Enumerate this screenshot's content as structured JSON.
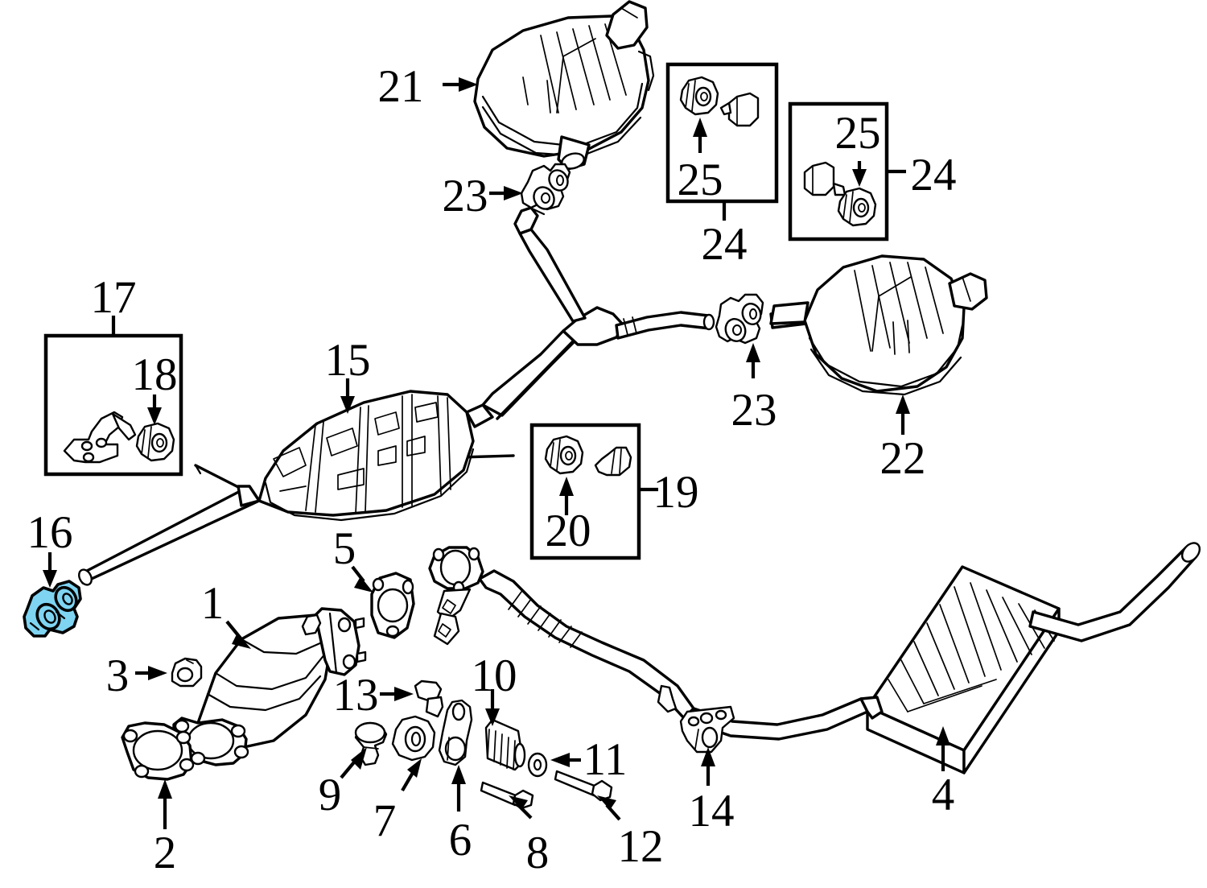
{
  "diagram": {
    "title": "Exhaust System Parts Diagram",
    "type": "automotive-exploded-parts-view",
    "background_color": "#ffffff",
    "line_color": "#000000",
    "highlight_color": "#7fd4f2",
    "highlighted_part_number": "16"
  },
  "callouts": {
    "n1": "1",
    "n2": "2",
    "n3": "3",
    "n4": "4",
    "n5": "5",
    "n6": "6",
    "n7": "7",
    "n8": "8",
    "n9": "9",
    "n10": "10",
    "n11": "11",
    "n12": "12",
    "n13": "13",
    "n14": "14",
    "n15": "15",
    "n16": "16",
    "n17": "17",
    "n18": "18",
    "n19": "19",
    "n20": "20",
    "n21": "21",
    "n22": "22",
    "n23a": "23",
    "n23b": "23",
    "n24a": "24",
    "n24b": "24",
    "n25a": "25",
    "n25b": "25"
  },
  "parts": [
    {
      "number": "1",
      "name": "catalytic-converter"
    },
    {
      "number": "2",
      "name": "exhaust-flange-gasket"
    },
    {
      "number": "3",
      "name": "flange-nut"
    },
    {
      "number": "4",
      "name": "center-muffler"
    },
    {
      "number": "5",
      "name": "triangular-flange-gasket"
    },
    {
      "number": "6",
      "name": "exhaust-hanger-bracket"
    },
    {
      "number": "7",
      "name": "rubber-grommet"
    },
    {
      "number": "8",
      "name": "hex-bolt-short"
    },
    {
      "number": "9",
      "name": "shoulder-stud"
    },
    {
      "number": "10",
      "name": "compression-spring"
    },
    {
      "number": "11",
      "name": "flat-washer"
    },
    {
      "number": "12",
      "name": "hex-bolt-long"
    },
    {
      "number": "13",
      "name": "flange-bolt"
    },
    {
      "number": "14",
      "name": "exhaust-mount-bracket"
    },
    {
      "number": "15",
      "name": "center-resonator"
    },
    {
      "number": "16",
      "name": "exhaust-pipe-clamp-highlighted"
    },
    {
      "number": "17",
      "name": "hanger-bracket-kit"
    },
    {
      "number": "18",
      "name": "rubber-hanger-mount"
    },
    {
      "number": "19",
      "name": "hanger-mount-kit"
    },
    {
      "number": "20",
      "name": "rubber-hanger-mount"
    },
    {
      "number": "21",
      "name": "rear-muffler-left"
    },
    {
      "number": "22",
      "name": "rear-muffler-right"
    },
    {
      "number": "23",
      "name": "exhaust-pipe-clamp"
    },
    {
      "number": "24",
      "name": "rear-hanger-kit"
    },
    {
      "number": "25",
      "name": "rubber-hanger-mount"
    }
  ],
  "boxes": [
    {
      "id": "box-17",
      "label": "17",
      "inner_label": "18"
    },
    {
      "id": "box-19",
      "label": "19",
      "inner_label": "20"
    },
    {
      "id": "box-24-left",
      "label": "24",
      "inner_label": "25"
    },
    {
      "id": "box-24-right",
      "label": "24",
      "inner_label": "25"
    }
  ]
}
